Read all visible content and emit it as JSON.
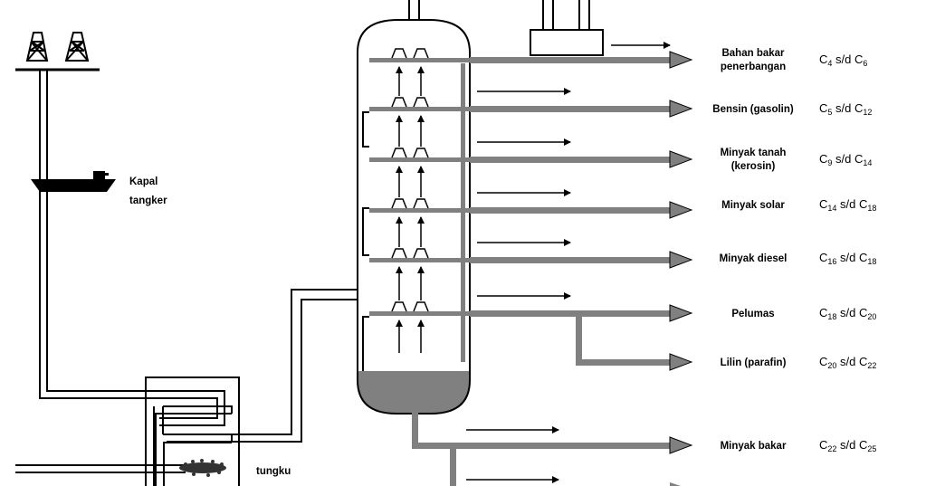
{
  "diagram": {
    "labels": {
      "ship": [
        "Kapal",
        "tangker"
      ],
      "furnace": "tungku"
    },
    "fractions": [
      {
        "name": [
          "Bahan bakar",
          "penerbangan"
        ],
        "formula": {
          "c1": "4",
          "sep": "s/d",
          "c2": "6"
        }
      },
      {
        "name": [
          "Bensin  (gasolin)"
        ],
        "formula": {
          "c1": "5",
          "sep": "s/d",
          "c2": "12"
        }
      },
      {
        "name": [
          "Minyak tanah",
          "(kerosin)"
        ],
        "formula": {
          "c1": "9",
          "sep": "s/d",
          "c2": "14"
        }
      },
      {
        "name": [
          "Minyak solar"
        ],
        "formula": {
          "c1": "14",
          "sep": "s/d",
          "c2": "18"
        }
      },
      {
        "name": [
          "Minyak diesel"
        ],
        "formula": {
          "c1": "16",
          "sep": "s/d",
          "c2": "18"
        }
      },
      {
        "name": [
          "Pelumas"
        ],
        "formula": {
          "c1": "18",
          "sep": "s/d",
          "c2": "20"
        }
      },
      {
        "name": [
          "Lilin   (parafin)"
        ],
        "formula": {
          "c1": "20",
          "sep": "s/d",
          "c2": "22"
        }
      },
      {
        "name": [
          "Minyak bakar"
        ],
        "formula": {
          "c1": "22",
          "sep": "s/d",
          "c2": "25"
        }
      }
    ],
    "colors": {
      "pipe": "#808080",
      "residue": "#808080",
      "ink": "#000000",
      "background": "#ffffff"
    }
  }
}
